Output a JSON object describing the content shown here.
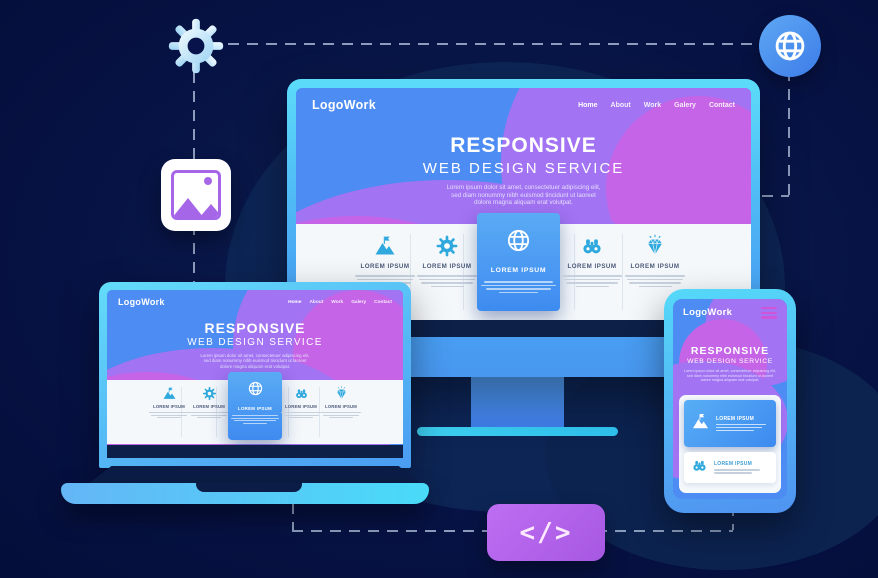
{
  "badges": {
    "gear": {
      "icon": "gear-icon"
    },
    "globe": {
      "icon": "globe-icon"
    },
    "image": {
      "icon": "image-icon"
    },
    "code": {
      "icon": "code-icon",
      "label": "</>"
    }
  },
  "site": {
    "logo": "LogoWork",
    "nav": [
      "Home",
      "About",
      "Work",
      "Galery",
      "Contact"
    ],
    "hero_title": "RESPONSIVE",
    "hero_subtitle": "WEB DESIGN SERVICE",
    "hero_paragraph_lines": [
      "Lorem ipsum dolor sit amet, consectetuer adipiscing elit,",
      "sed diam nonummy nibh euismod tincidunt ut laoreet",
      "dolore magna aliquam erat volutpat."
    ],
    "cards": [
      {
        "icon": "mountain-flag-icon",
        "title": "LOREM IPSUM",
        "highlighted": false
      },
      {
        "icon": "gear-icon",
        "title": "LOREM IPSUM",
        "highlighted": false
      },
      {
        "icon": "globe-icon",
        "title": "LOREM IPSUM",
        "highlighted": true
      },
      {
        "icon": "binoculars-icon",
        "title": "LOREM IPSUM",
        "highlighted": false
      },
      {
        "icon": "diamond-icon",
        "title": "LOREM IPSUM",
        "highlighted": false
      }
    ]
  },
  "phone": {
    "menu_icon": "hamburger-menu-icon",
    "cards": [
      {
        "icon": "mountain-flag-icon",
        "title": "LOREM IPSUM",
        "highlighted": true
      },
      {
        "icon": "binoculars-icon",
        "title": "LOREM IPSUM",
        "highlighted": false
      }
    ]
  },
  "colors": {
    "background_navy": "#071345",
    "device_cyan": "#52d7f7",
    "screen_blue": "#4d8cf2",
    "blob_purple": "#a273f2",
    "blob_magenta": "#c564e6",
    "card_icon_blue": "#2fa9dd",
    "highlight_card_blue": "#3e8bf0",
    "code_badge_purple": "#b264ea",
    "connector_gray": "#a3b4d2"
  }
}
